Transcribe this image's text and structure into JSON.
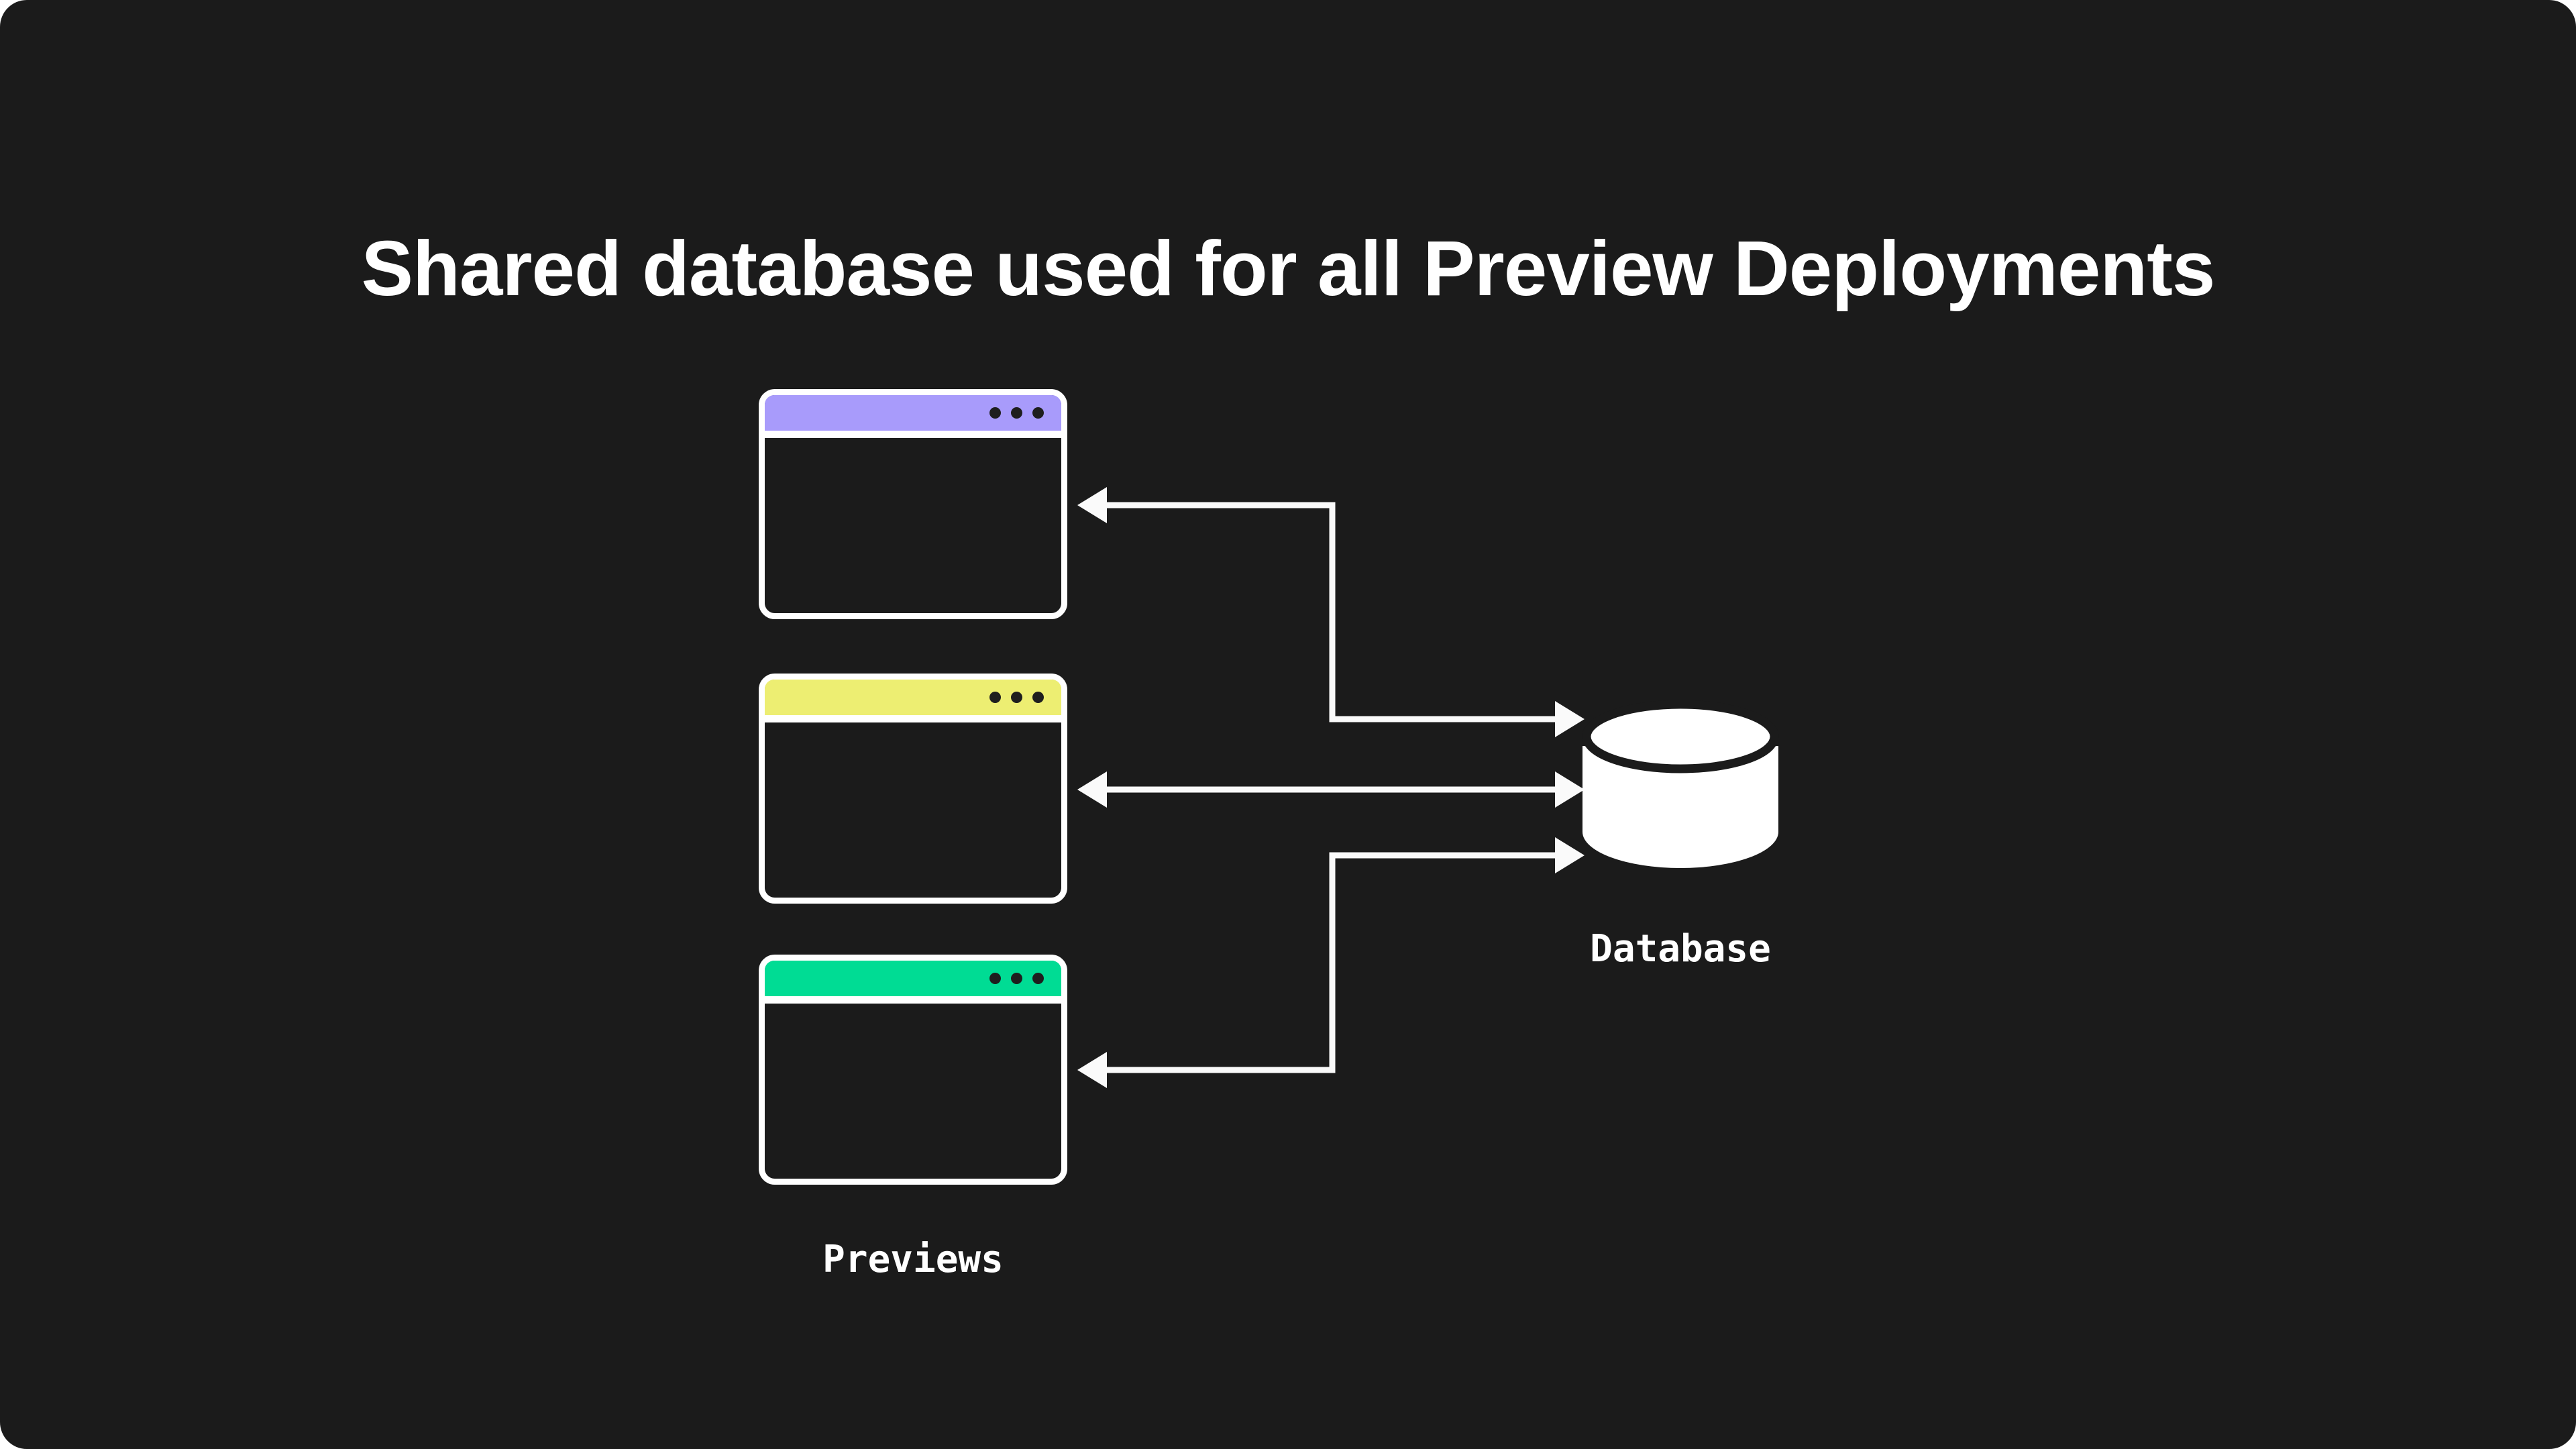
{
  "title": "Shared database used for all Preview Deployments",
  "previews": {
    "label": "Previews",
    "windows": [
      {
        "name": "preview-window-1",
        "titlebar_color": "#a89bfb",
        "dot_count": 3
      },
      {
        "name": "preview-window-2",
        "titlebar_color": "#edee72",
        "dot_count": 3
      },
      {
        "name": "preview-window-3",
        "titlebar_color": "#00dc94",
        "dot_count": 3
      }
    ]
  },
  "database": {
    "label": "Database",
    "icon": "database-cylinder-icon"
  },
  "connections": [
    {
      "from": "preview-window-1",
      "to": "database",
      "bidirectional": true,
      "shape": "elbow"
    },
    {
      "from": "preview-window-2",
      "to": "database",
      "bidirectional": true,
      "shape": "straight"
    },
    {
      "from": "preview-window-3",
      "to": "database",
      "bidirectional": true,
      "shape": "elbow"
    }
  ],
  "colors": {
    "background": "#1b1b1b",
    "foreground": "#ffffff",
    "arrow": "#fafafa",
    "titlebar_purple": "#a89bfb",
    "titlebar_yellow": "#edee72",
    "titlebar_green": "#00dc94",
    "window_dot": "#1e1e1e"
  }
}
